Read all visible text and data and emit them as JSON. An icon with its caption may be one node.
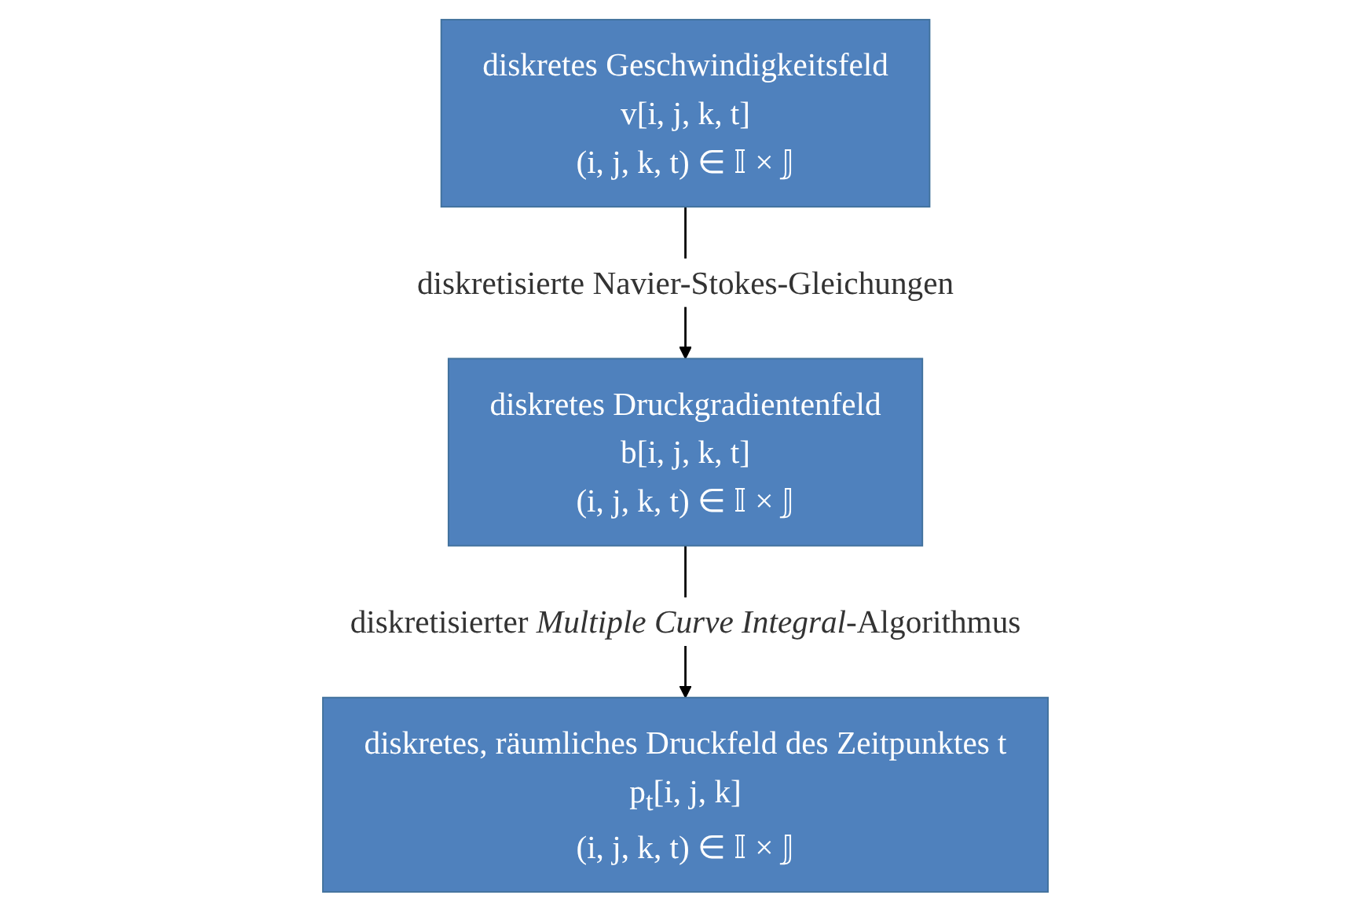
{
  "diagram": {
    "nodes": [
      {
        "text": [
          "diskretes Geschwindigkeitsfeld",
          "v[i, j, k, t]",
          "(i, j, k, t) ∈ 𝕀 × 𝕁"
        ]
      },
      {
        "text": [
          "diskretes Druckgradientenfeld",
          "b[i, j, k, t]",
          "(i, j, k, t) ∈ 𝕀 × 𝕁"
        ]
      },
      {
        "text": [
          "diskretes, räumliches Druckfeld des Zeitpunktes t",
          "p$_{t}$[i, j, k]",
          "(i, j, k, t) ∈ 𝕀 × 𝕁"
        ]
      }
    ],
    "edges": [
      {
        "from": 0,
        "to": 1,
        "arrow": "to",
        "label": "diskretisierte Navier-Stokes-Gleichungen"
      },
      {
        "from": 1,
        "to": 2,
        "arrow": "to",
        "label": "diskretisierter *Multiple Curve Integral*-Algorithmus"
      }
    ]
  }
}
